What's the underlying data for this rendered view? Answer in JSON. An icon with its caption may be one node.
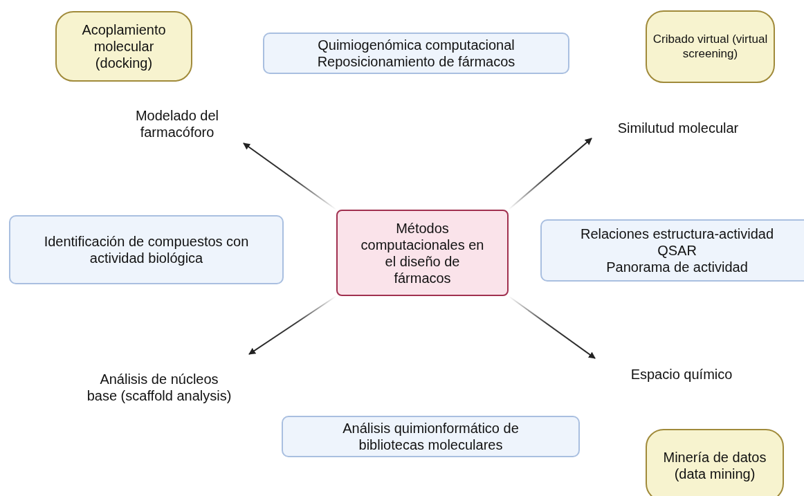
{
  "diagram": {
    "nodes": [
      {
        "text": [
          "Acoplamiento molecular (docking)"
        ]
      },
      {
        "text": [
          "Quimiogenómica computacional",
          "Reposicionamiento de fármacos"
        ]
      },
      {
        "text": [
          "Cribado virtual (virtual screening)"
        ]
      },
      {
        "text": [
          "Modelado del farmacóforo"
        ]
      },
      {
        "text": [
          "Similutud molecular"
        ]
      },
      {
        "text": [
          "Identificación de compuestos con actividad biológica"
        ]
      },
      {
        "text": [
          "Métodos computacionales en el diseño de fármacos"
        ]
      },
      {
        "text": [
          "Relaciones estructura-actividad",
          "QSAR",
          "Panorama de actividad"
        ]
      },
      {
        "text": [
          "Análisis de núcleos base (scaffold analysis)"
        ]
      },
      {
        "text": [
          "Espacio químico"
        ]
      },
      {
        "text": [
          "Análisis quimionformático de bibliotecas moleculares"
        ]
      },
      {
        "text": [
          "Minería de datos (data mining)"
        ]
      }
    ],
    "edges": [
      {
        "from": 6,
        "to": 3,
        "arrow": "to"
      },
      {
        "from": 6,
        "to": 4,
        "arrow": "to"
      },
      {
        "from": 6,
        "to": 8,
        "arrow": "to"
      },
      {
        "from": 6,
        "to": 9,
        "arrow": "to"
      }
    ]
  }
}
